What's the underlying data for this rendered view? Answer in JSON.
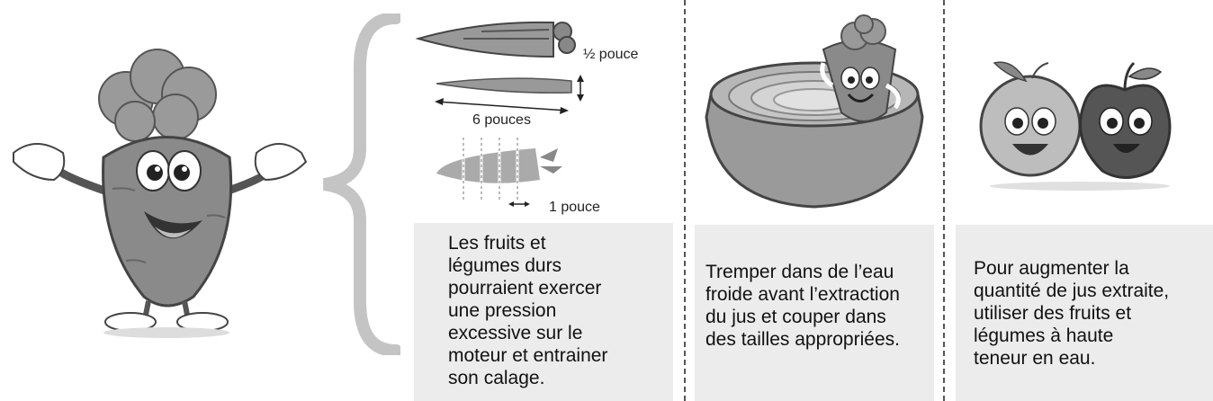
{
  "figure_labels": {
    "half_inch": "½ pouce",
    "six_inches": "6 pouces",
    "one_inch": "1 pouce"
  },
  "panels": [
    {
      "text": "Les fruits et\nlégumes durs\npourraient exercer\nune pression\nexcessive sur le\nmoteur et entrainer\nson calage."
    },
    {
      "text": "Tremper dans de l’eau\nfroide avant l’extraction\ndu jus et couper dans\ndes tailles appropriées."
    },
    {
      "text": "Pour augmenter la\nquantité de jus extraite,\nutiliser des fruits et\nlégumes à haute\nteneur en eau."
    }
  ],
  "icons": {
    "carrot_mascot": "carrot-mascot-icon",
    "pot": "cooking-pot-icon",
    "fruits": "orange-and-apple-icon"
  }
}
